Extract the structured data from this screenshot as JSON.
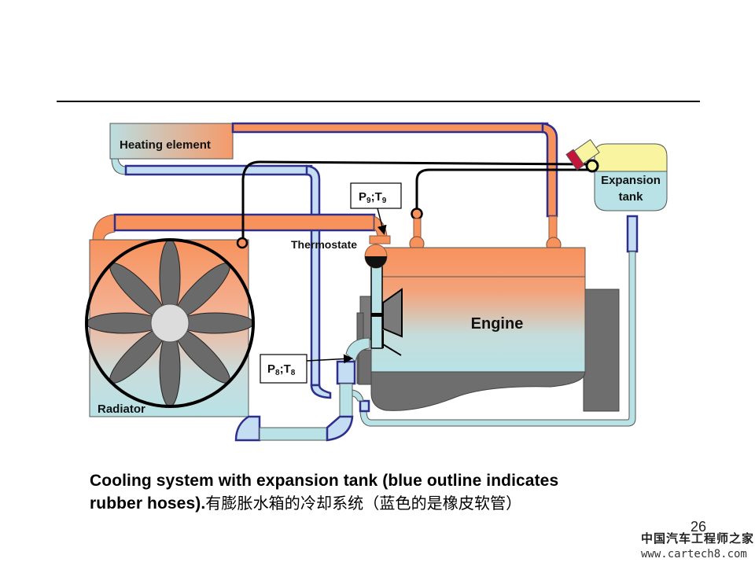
{
  "diagram": {
    "title": "Cooling system with expansion tank",
    "labels": {
      "heating_element": "Heating element",
      "expansion_tank_line1": "Expansion",
      "expansion_tank_line2": "tank",
      "thermostate": "Thermostate",
      "engine": "Engine",
      "radiator": "Radiator",
      "sensor_9_p": "P",
      "sensor_9_p_sub": "9",
      "sensor_9_sep": ";T",
      "sensor_9_t_sub": "9",
      "sensor_8_p": "P",
      "sensor_8_p_sub": "8",
      "sensor_8_sep": ";T",
      "sensor_8_t_sub": "8"
    },
    "legend_note": "blue outline indicates rubber hoses",
    "colors": {
      "hot": "#F7925C",
      "cold": "#B8E2E6",
      "hose_outline": "#2E2E8C",
      "light_hose": "#C5DDF2",
      "tank_top": "#F8F4A0",
      "cap": "#C4163A",
      "engine_dark": "#6E6E6E",
      "fan_blade": "#6A6A6A",
      "fan_hub": "#DCDCDC"
    }
  },
  "caption": {
    "line1": "Cooling system with expansion tank (blue outline indicates",
    "line2_en": "rubber hoses).",
    "line2_cn": "有膨胀水箱的冷却系统（蓝色的是橡皮软管）"
  },
  "page_number": "26",
  "watermark": {
    "cn": "中国汽车工程师之家",
    "url": "www.cartech8.com"
  }
}
